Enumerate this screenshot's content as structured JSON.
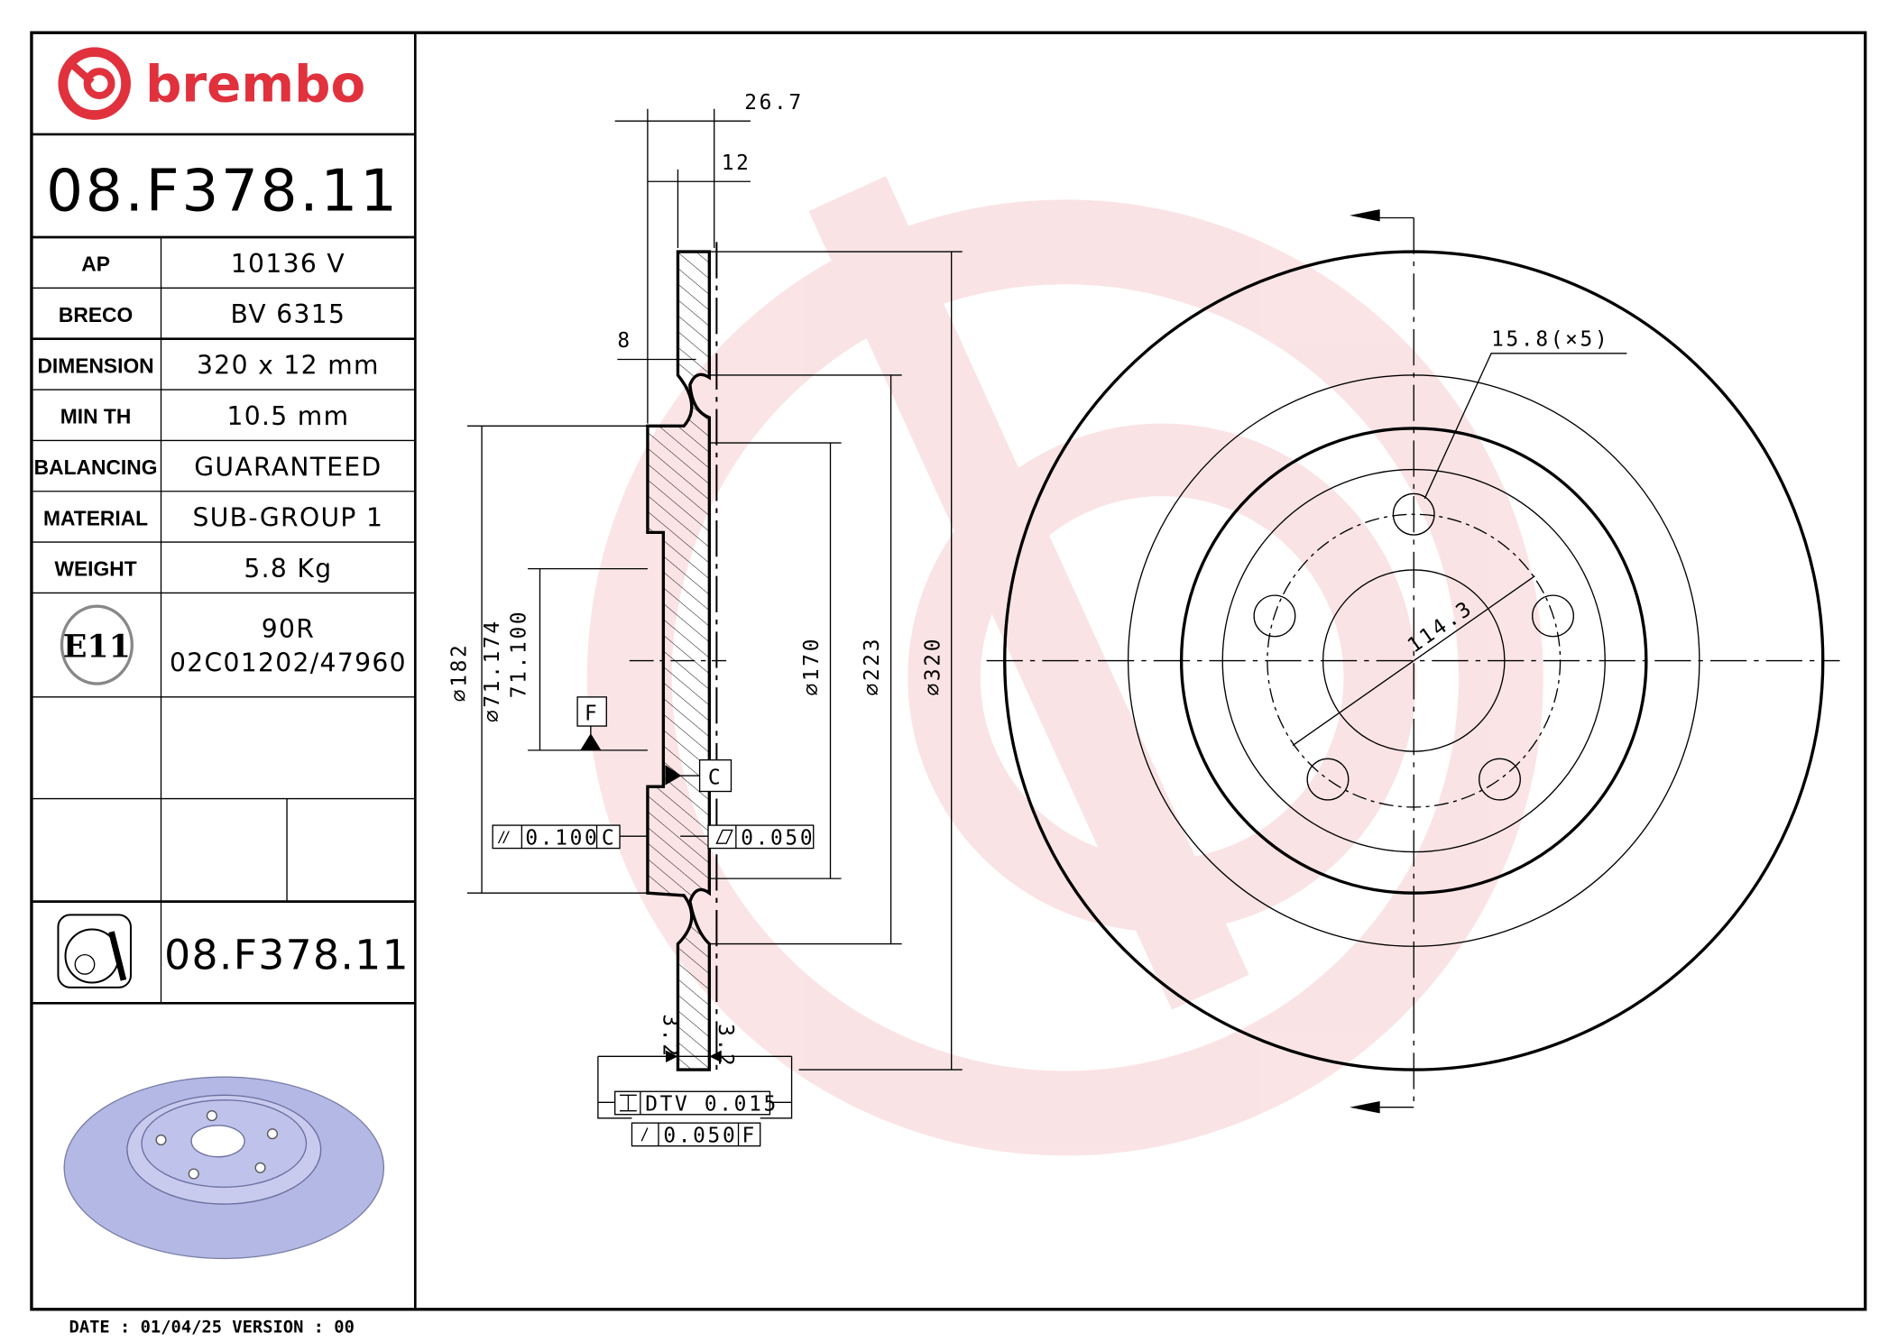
{
  "brand": {
    "name": "brembo",
    "color": "#e0313d"
  },
  "part_number": "08.F378.11",
  "specs": [
    {
      "label": "AP",
      "value": "10136 V"
    },
    {
      "label": "BRECO",
      "value": "BV 6315"
    },
    {
      "label": "DIMENSION",
      "value": "320 x 12 mm"
    },
    {
      "label": "MIN TH",
      "value": "10.5 mm"
    },
    {
      "label": "BALANCING",
      "value": "GUARANTEED"
    },
    {
      "label": "MATERIAL",
      "value": "SUB-GROUP 1"
    },
    {
      "label": "WEIGHT",
      "value": "5.8 Kg"
    }
  ],
  "homologation": {
    "mark": "E11",
    "line1": "90R",
    "line2": "02C01202/47960"
  },
  "footer_part_number": "08.F378.11",
  "footer": "DATE : 01/04/25 VERSION : 00",
  "dimensions": {
    "overall_width": "26.7",
    "thickness": "12",
    "hat_thickness": "8",
    "d182": "⌀182",
    "center_bore": "⌀71.174",
    "center_bore_min": "71.100",
    "d170": "⌀170",
    "d223": "⌀223",
    "d320": "⌀320",
    "bolt_hole": "15.8(×5)",
    "pcd": "114.3"
  },
  "tolerances": {
    "datum_f": "F",
    "datum_c": "C",
    "parallelism": {
      "value": "0.100",
      "datum": "C"
    },
    "flatness": {
      "value": "0.050"
    },
    "dtv": "DTV 0.015",
    "runout": {
      "value": "0.050",
      "datum": "F"
    },
    "roughness": "3.2"
  }
}
